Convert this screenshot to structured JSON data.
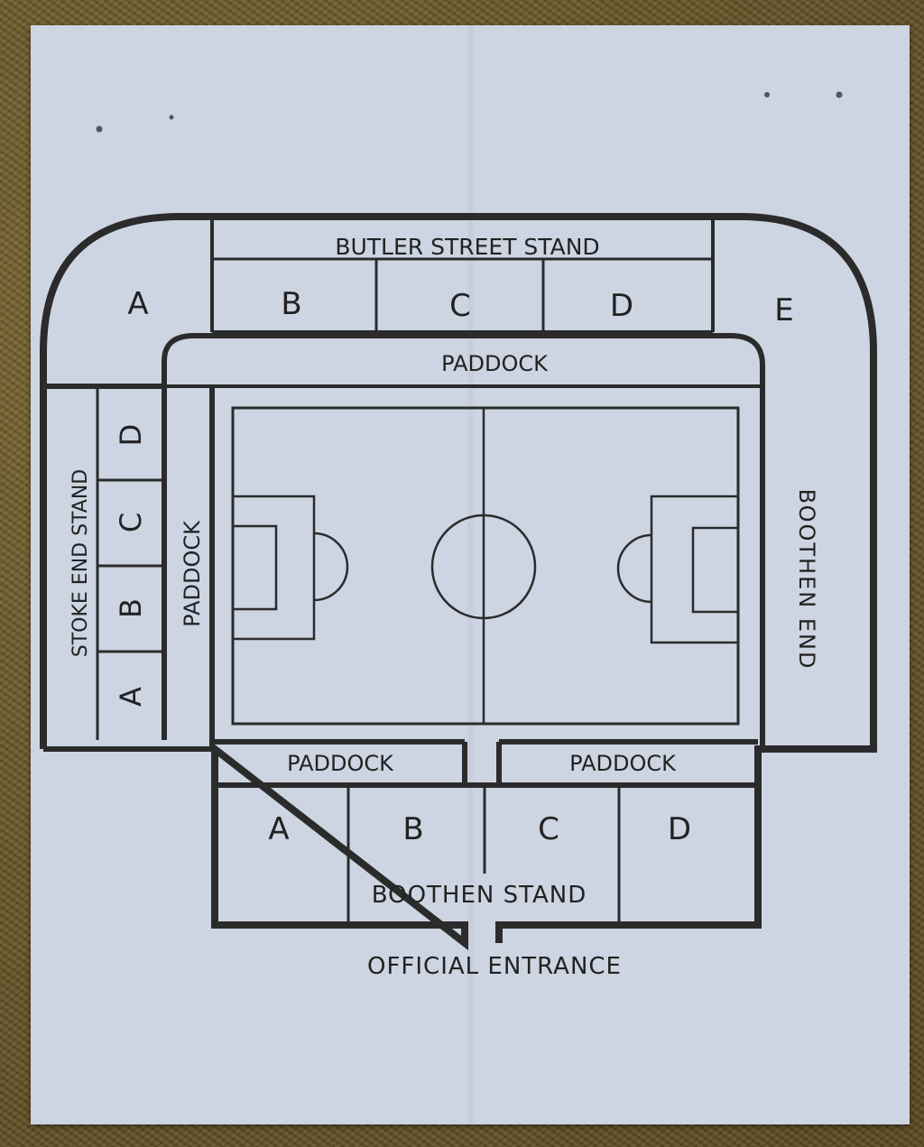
{
  "stands": {
    "butler_street": {
      "name": "BUTLER STREET STAND",
      "sections": [
        "A",
        "B",
        "C",
        "D",
        "E"
      ]
    },
    "stoke_end": {
      "name": "STOKE END STAND",
      "sections": [
        "A",
        "B",
        "C",
        "D"
      ]
    },
    "boothen_end": {
      "name": "BOOTHEN END"
    },
    "boothen_stand": {
      "name": "BOOTHEN STAND",
      "sections": [
        "A",
        "B",
        "C",
        "D"
      ]
    }
  },
  "paddocks": {
    "top": "PADDOCK",
    "left": "PADDOCK",
    "bottom_left": "PADDOCK",
    "bottom_right": "PADDOCK"
  },
  "entrance": "OFFICIAL ENTRANCE",
  "colors": {
    "paper": "#cdd4e2",
    "ink": "#2b2b2b",
    "background": "#6b5a2c"
  }
}
